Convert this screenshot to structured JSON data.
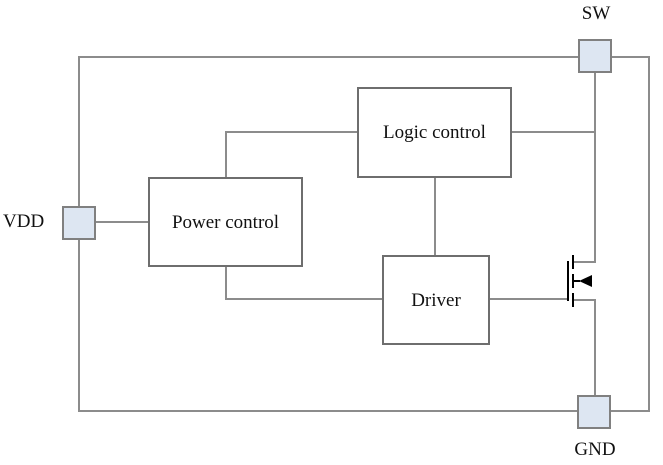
{
  "diagram": {
    "blocks": {
      "power_control": {
        "label": "Power control"
      },
      "logic_control": {
        "label": "Logic control"
      },
      "driver": {
        "label": "Driver"
      }
    },
    "pins": {
      "vdd": {
        "label": "VDD"
      },
      "sw": {
        "label": "SW"
      },
      "gnd": {
        "label": "GND"
      }
    },
    "icons": {
      "transistor": "nmos-transistor"
    },
    "colors": {
      "background": "#ffffff",
      "wire": "#8c8c8c",
      "block_border": "#6e6e6e",
      "block_fill": "#ffffff",
      "pad_fill": "#dde6f2",
      "pad_border": "#808080",
      "mosfet": "#000000",
      "text": "#111111"
    }
  }
}
